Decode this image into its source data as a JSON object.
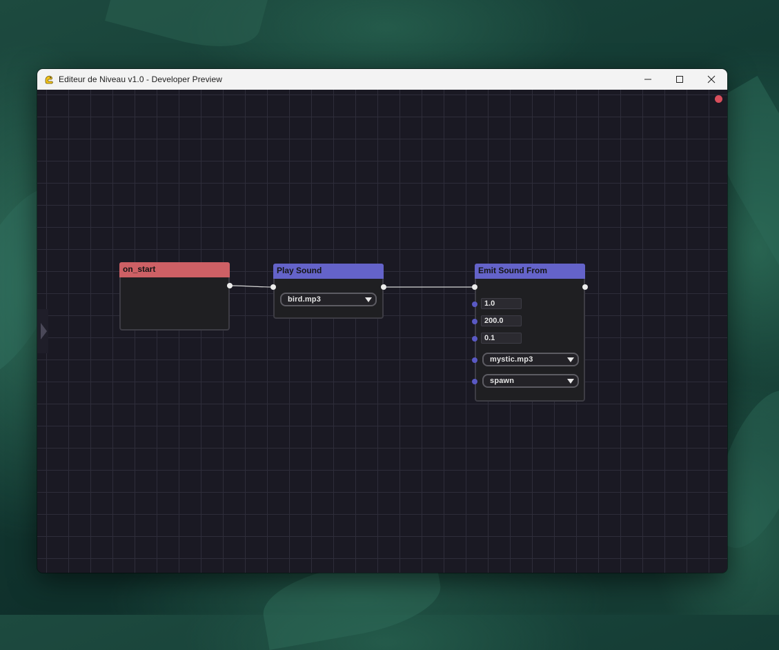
{
  "window": {
    "title": "Editeur de Niveau v1.0 - Developer Preview",
    "controls": {
      "minimize": "minimize-icon",
      "maximize": "maximize-icon",
      "close": "close-icon"
    }
  },
  "canvas": {
    "status_color": "#d94f5c",
    "grid_color": "#2e2d3a",
    "background": "#1a1923"
  },
  "nodes": {
    "on_start": {
      "title": "on_start",
      "header_color": "#cd6065"
    },
    "play_sound": {
      "title": "Play Sound",
      "header_color": "#6463c9",
      "sound": "bird.mp3"
    },
    "emit_sound": {
      "title": "Emit Sound From",
      "header_color": "#6463c9",
      "field_1": "1.0",
      "field_2": "200.0",
      "field_3": "0.1",
      "sound": "mystic.mp3",
      "source": "spawn"
    }
  }
}
